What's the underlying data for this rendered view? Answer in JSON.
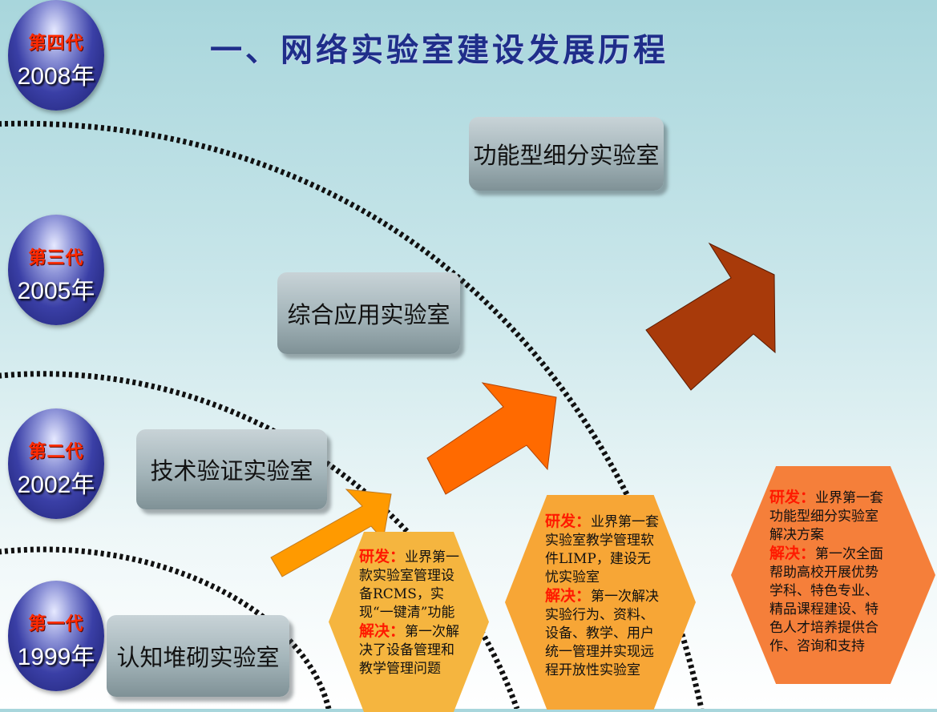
{
  "title": "一、网络实验室建设发展历程",
  "generations": [
    {
      "label": "第四代",
      "year": "2008年"
    },
    {
      "label": "第三代",
      "year": "2005年"
    },
    {
      "label": "第二代",
      "year": "2002年"
    },
    {
      "label": "第一代",
      "year": "1999年"
    }
  ],
  "labs": [
    "功能型细分实验室",
    "综合应用实验室",
    "技术验证实验室",
    "认知堆砌实验室"
  ],
  "descriptions": [
    {
      "rd_label": "研发：",
      "rd_text": "业界第一款实验室管理设备RCMS，实现“一键清”功能",
      "sol_label": "解决：",
      "sol_text": "第一次解决了设备管理和教学管理问题"
    },
    {
      "rd_label": "研发：",
      "rd_text": "业界第一套实验室教学管理软件LIMP，建设无忧实验室",
      "sol_label": "解决：",
      "sol_text": "第一次解决实验行为、资料、设备、教学、用户统一管理并实现远程开放性实验室"
    },
    {
      "rd_label": "研发：",
      "rd_text": "业界第一套功能型细分实验室解决方案",
      "sol_label": "解决：",
      "sol_text": "第一次全面帮助高校开展优势学科、特色专业、精品课程建设、特色人才培养提供合作、咨询和支持"
    }
  ],
  "colors": {
    "title": "#1f2e8a",
    "generation_label": "#ff2a00",
    "hex1": "#f5b53f",
    "hex2": "#f7a636",
    "hex3": "#f57f3a",
    "arrow1": "#ff9a00",
    "arrow2": "#ff6a00",
    "arrow3": "#a83a0a"
  }
}
